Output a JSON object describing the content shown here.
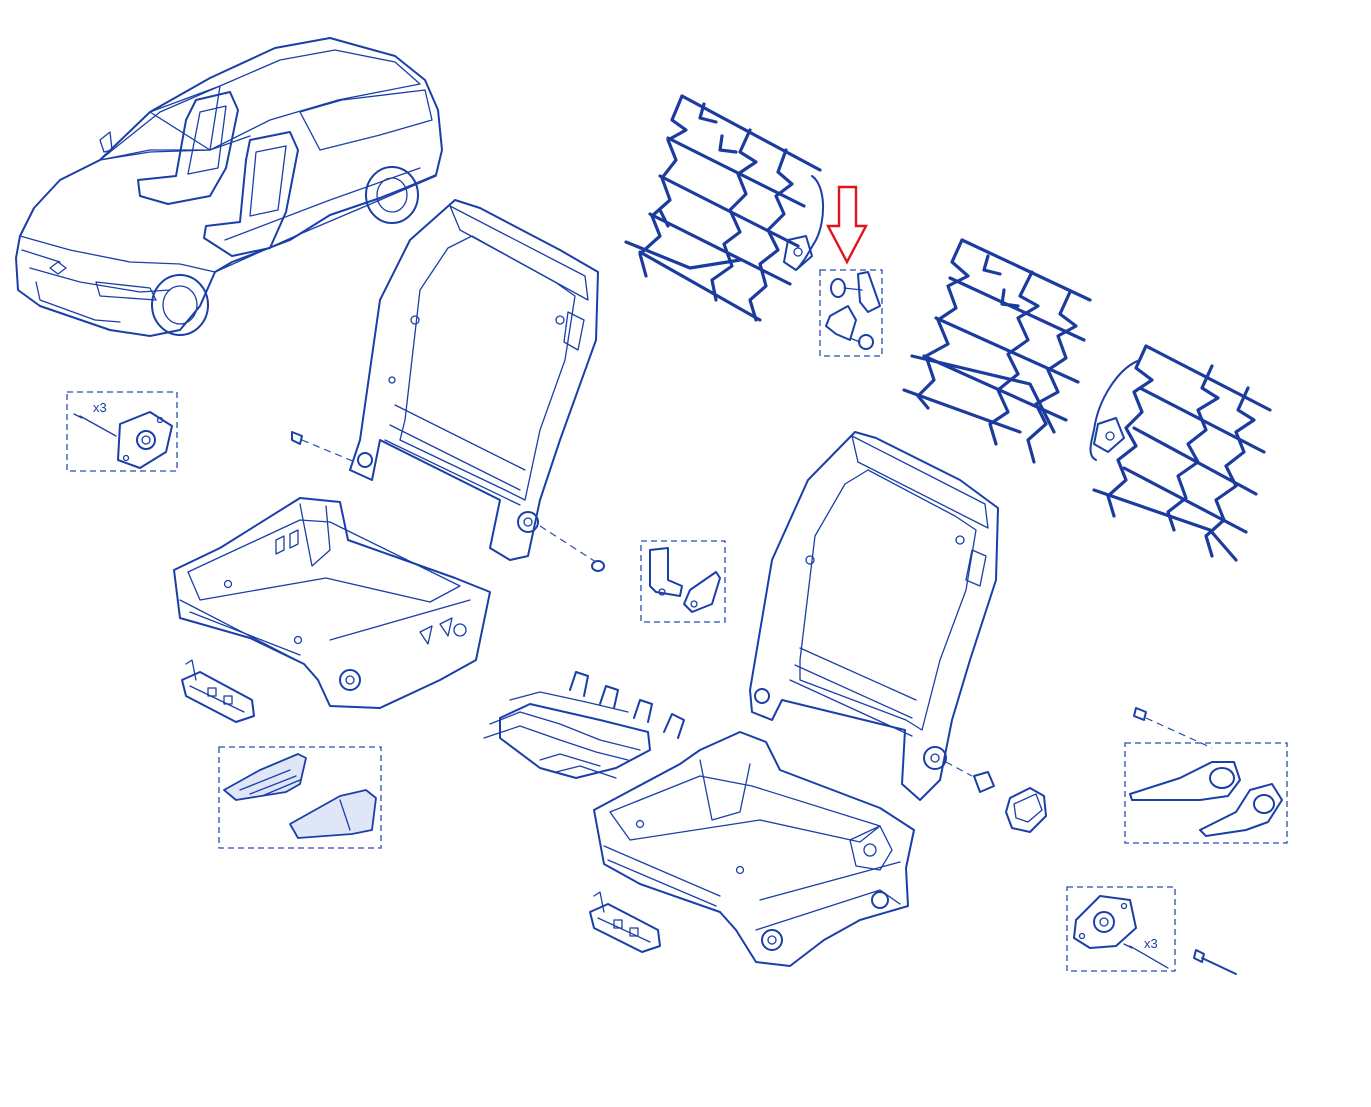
{
  "diagram": {
    "ink_color": "#1a3fa8",
    "callout_color": "#e0141c",
    "quantity_labels": {
      "left_hinge": "x3",
      "right_hinge": "x3"
    },
    "parts": [
      "vehicle-overview",
      "left-seatback-frame",
      "left-seat-base-frame",
      "right-seatback-frame",
      "right-seat-base-frame",
      "left-backrest-spring-mat",
      "right-backrest-spring-mat",
      "seat-cushion-spring-mat",
      "lumbar-clip-kit",
      "mounting-bracket-kit",
      "seat-side-trim-kit",
      "recliner-hinge-left",
      "recliner-hinge-right",
      "recliner-lever-kit",
      "recliner-knob"
    ]
  }
}
